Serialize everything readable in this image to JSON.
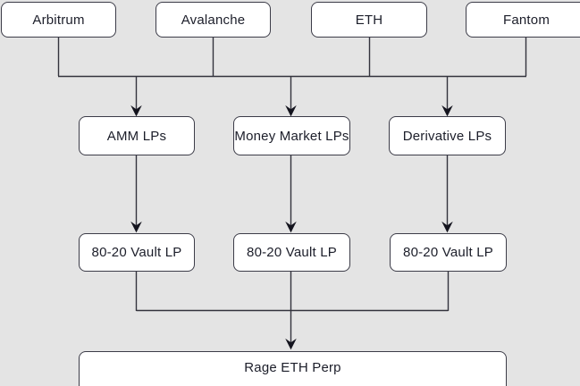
{
  "colors": {
    "background": "#e4e4e4",
    "node_fill": "#ffffff",
    "node_border": "#3c3c48",
    "edge_line": "#33333d",
    "arrowhead": "#14141e",
    "text": "#1c1e2a"
  },
  "nodes": {
    "chains": [
      {
        "id": "arbitrum",
        "label": "Arbitrum"
      },
      {
        "id": "avalanche",
        "label": "Avalanche"
      },
      {
        "id": "eth",
        "label": "ETH"
      },
      {
        "id": "fantom",
        "label": "Fantom"
      }
    ],
    "lp_types": [
      {
        "id": "amm-lps",
        "label": "AMM LPs"
      },
      {
        "id": "money-market-lps",
        "label": "Money Market LPs"
      },
      {
        "id": "derivative-lps",
        "label": "Derivative LPs"
      }
    ],
    "vaults": [
      {
        "label": "80-20 Vault LP"
      },
      {
        "label": "80-20 Vault LP"
      },
      {
        "label": "80-20 Vault LP"
      }
    ],
    "sink": {
      "label": "Rage ETH Perp"
    }
  },
  "edges": [
    "Arbitrum -> bus1",
    "Avalanche -> bus1",
    "ETH -> bus1",
    "Fantom -> bus1",
    "bus1 -> AMM LPs",
    "bus1 -> Money Market LPs",
    "bus1 -> Derivative LPs",
    "AMM LPs -> 80-20 Vault LP",
    "Money Market LPs -> 80-20 Vault LP",
    "Derivative LPs -> 80-20 Vault LP",
    "80-20 Vault LP (all) -> bus2",
    "bus2 -> Rage ETH Perp"
  ]
}
